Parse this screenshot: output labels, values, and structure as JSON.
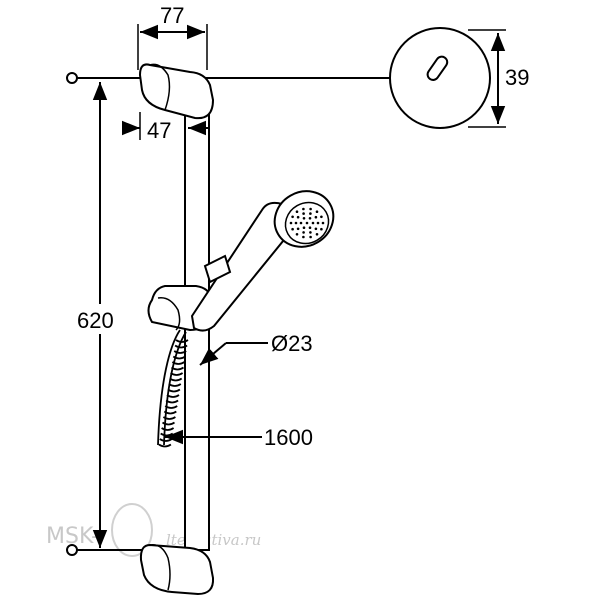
{
  "dimensions": {
    "head_width": "77",
    "wall_offset": "47",
    "rosette_diameter": "39",
    "rail_length": "620",
    "rail_diameter": "Ø23",
    "hose_length": "1600"
  },
  "watermark": {
    "brand": "MSK-",
    "script": "lternativa.ru"
  },
  "colors": {
    "line": "#000000",
    "background": "#ffffff",
    "watermark": "#c8c8c8"
  }
}
